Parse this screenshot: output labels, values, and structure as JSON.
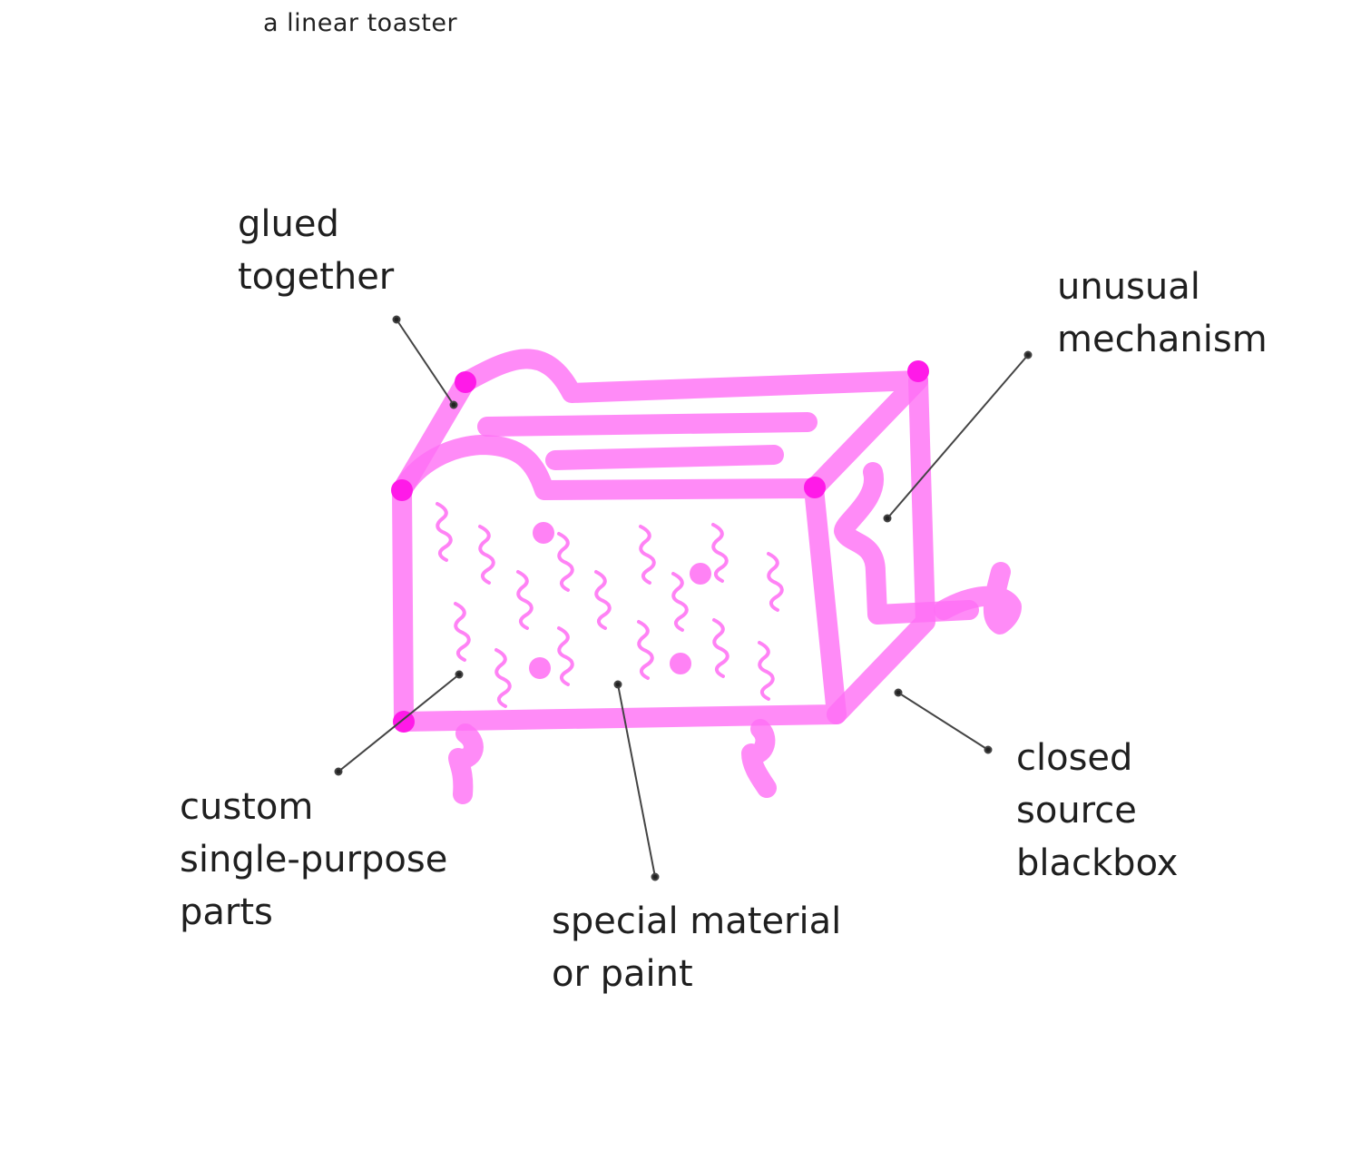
{
  "caption": "a linear toaster",
  "colors": {
    "stroke": "#ff6ef5",
    "joint": "#ff1ae8",
    "texture": "#ff82f5",
    "leader": "#444444",
    "text": "#1f1f1f"
  },
  "labels": {
    "glued": [
      "glued",
      "together"
    ],
    "mechanism": [
      "unusual",
      "mechanism"
    ],
    "closed": [
      "closed",
      "source",
      "blackbox"
    ],
    "custom": [
      "custom",
      "single-purpose",
      "parts"
    ],
    "material": [
      "special material",
      "or paint"
    ]
  }
}
